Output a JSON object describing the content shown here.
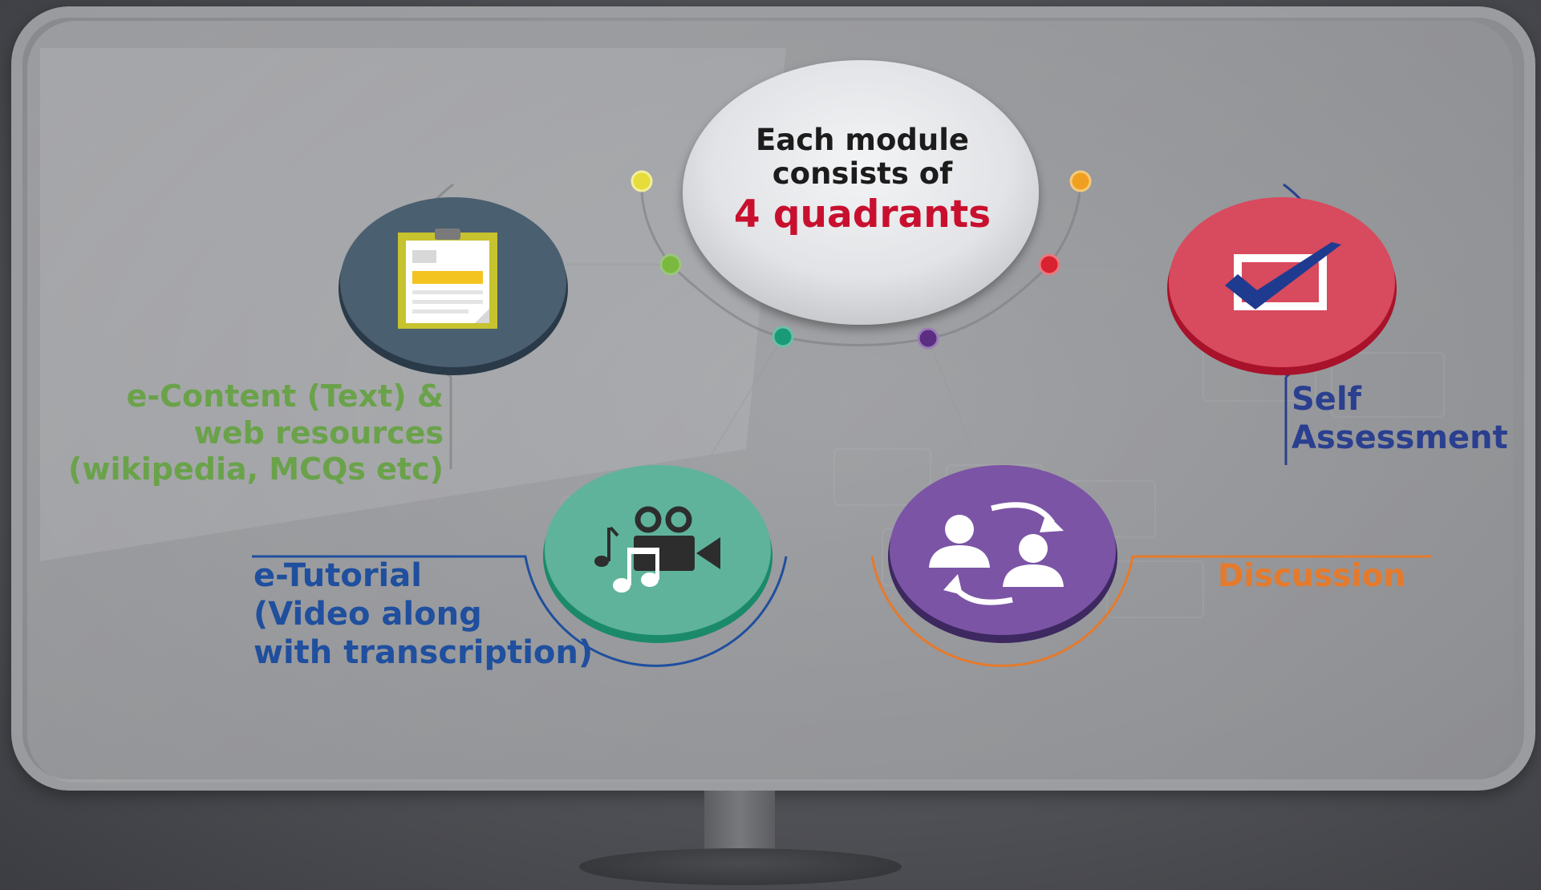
{
  "center": {
    "line1": "Each module",
    "line2": "consists of",
    "highlight": "4 quadrants"
  },
  "quadrants": [
    {
      "id": "e-content",
      "lines": [
        "e-Content (Text) &",
        "web resources",
        "(wikipedia, MCQs etc)"
      ],
      "icon": "clipboard-icon",
      "circle_color": "#4a5f70",
      "text_color": "#6aa24a"
    },
    {
      "id": "self-assessment",
      "lines": [
        "Self",
        "Assessment"
      ],
      "icon": "checkbox-check-icon",
      "circle_color": "#d84a5e",
      "text_color": "#2a3f8f"
    },
    {
      "id": "e-tutorial",
      "lines": [
        "e-Tutorial",
        "(Video along",
        "with transcription)"
      ],
      "icon": "video-music-icon",
      "circle_color": "#5fb39b",
      "text_color": "#1f4f9e"
    },
    {
      "id": "discussion",
      "lines": [
        "Discussion"
      ],
      "icon": "people-exchange-icon",
      "circle_color": "#7b54a6",
      "text_color": "#e57a2c"
    }
  ],
  "dots": {
    "yellow": "#e6dc3a",
    "orange": "#f0a020",
    "green": "#7ab83e",
    "red": "#d9222f",
    "teal": "#1a9a78",
    "purple": "#5b2e82"
  }
}
